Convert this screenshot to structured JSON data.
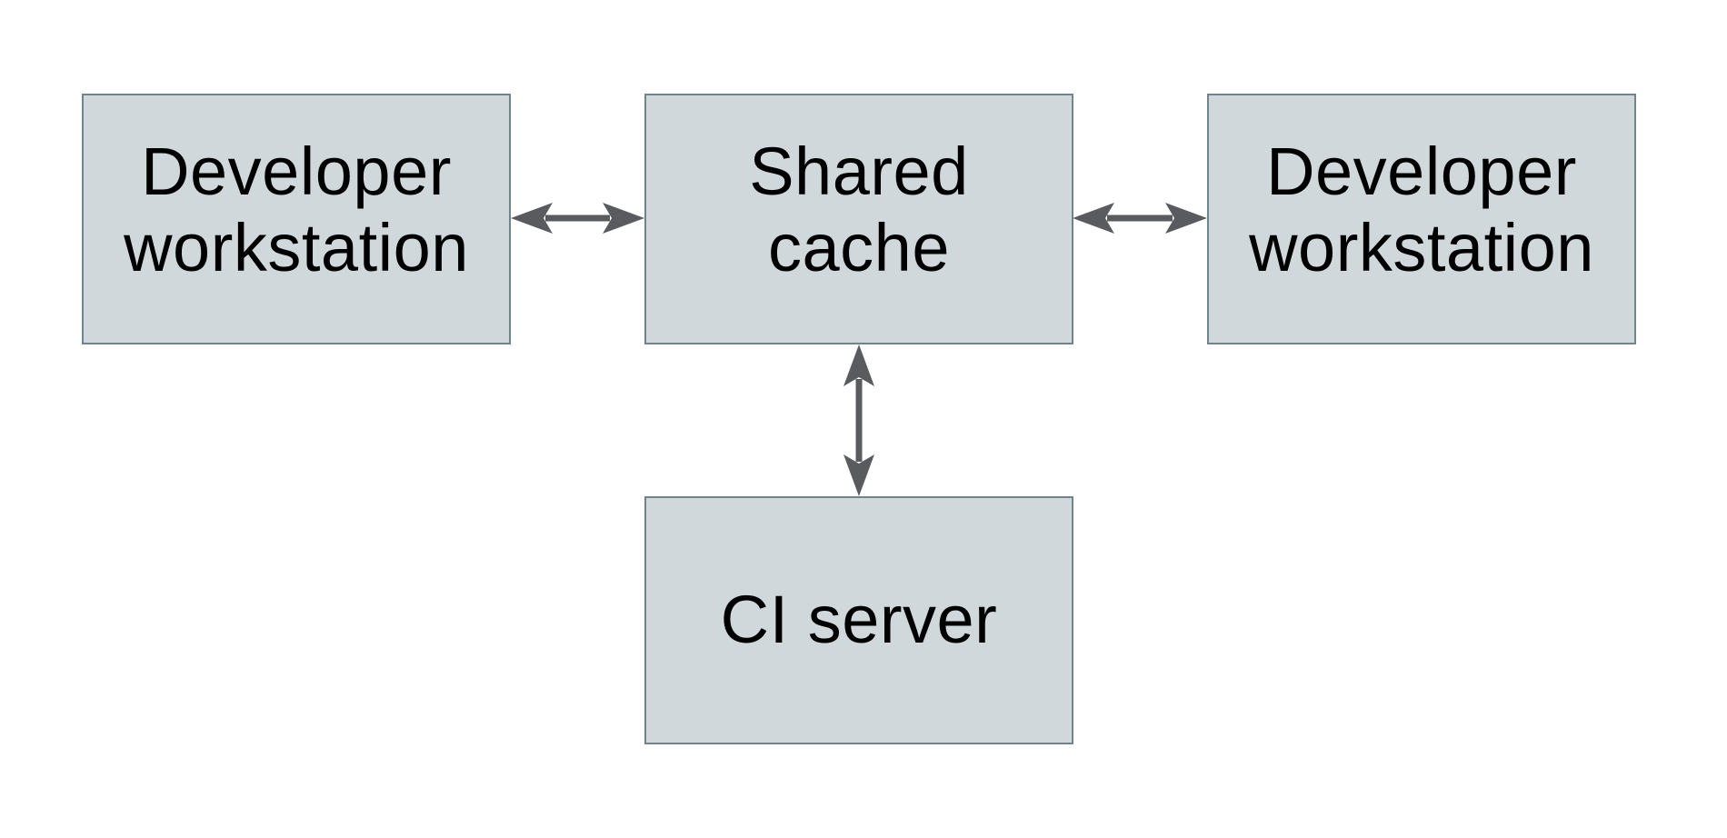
{
  "diagram": {
    "title": "",
    "colors": {
      "background": "#ffffff",
      "node_fill": "#d0d8db",
      "node_border": "#71838d",
      "arrow_color": "#5a5b5e",
      "text_color": "#000000"
    },
    "nodes": {
      "developer_workstation_left": {
        "label": "Developer\nworkstation"
      },
      "shared_cache": {
        "label": "Shared\ncache"
      },
      "developer_workstation_right": {
        "label": "Developer\nworkstation"
      },
      "ci_server": {
        "label": "CI server"
      }
    },
    "connections": [
      {
        "from": "developer_workstation_left",
        "to": "shared_cache",
        "type": "bidirectional"
      },
      {
        "from": "shared_cache",
        "to": "developer_workstation_right",
        "type": "bidirectional"
      },
      {
        "from": "shared_cache",
        "to": "ci_server",
        "type": "bidirectional"
      }
    ]
  }
}
